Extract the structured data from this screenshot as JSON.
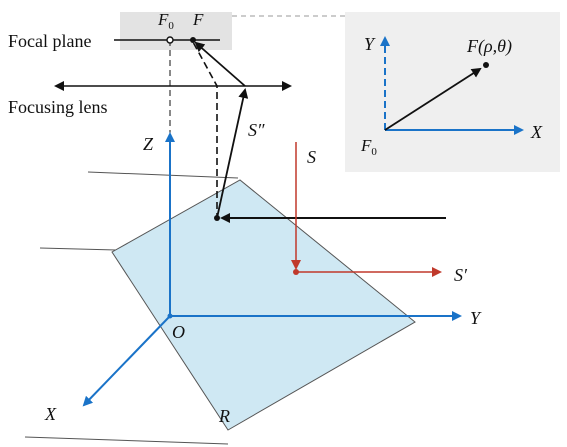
{
  "labels": {
    "focal_plane": "Focal plane",
    "focusing_lens": "Focusing lens",
    "f0_top": "F",
    "f0_top_sub": "0",
    "f_top": "F",
    "z_axis": "Z",
    "x_axis": "X",
    "y_axis": "Y",
    "origin": "O",
    "region": "R",
    "s": "S",
    "s_prime": "S′",
    "s_double_prime": "S″",
    "inset_y": "Y",
    "inset_x": "X",
    "inset_f0": "F",
    "inset_f0_sub": "0",
    "inset_f": "F(ρ,θ)"
  },
  "colors": {
    "axis_blue": "#1a73c8",
    "ray_red": "#c0392b",
    "ink": "#111111",
    "plane_fill": "#cfe8f3",
    "plane_stroke": "#555555",
    "inset_bg": "#efefef",
    "dashed_grey": "#999999"
  }
}
